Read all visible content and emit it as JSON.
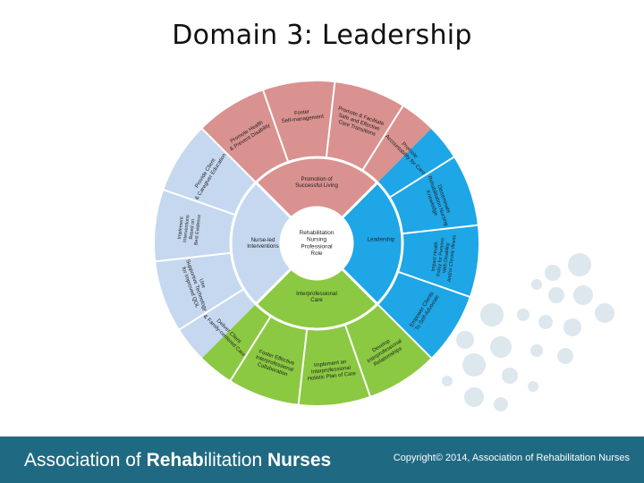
{
  "title": "Domain 3: Leadership",
  "colors": {
    "pink": "#d9928f",
    "blue": "#1ea6e6",
    "green": "#8bc942",
    "lightblue": "#c5d8ef",
    "footer": "#1f6a82",
    "dots": "#dde7ee"
  },
  "center": {
    "lines": [
      "Rehabilitation",
      "Nursing",
      "Professional",
      "Role"
    ]
  },
  "inner": {
    "top": {
      "lines": [
        "Promotion of",
        "Successful Living"
      ]
    },
    "right": {
      "lines": [
        "Leadership"
      ]
    },
    "bottom": {
      "lines": [
        "Interprofessional",
        "Care"
      ]
    },
    "left": {
      "lines": [
        "Nurse-led",
        "Interventions"
      ]
    }
  },
  "outer": [
    {
      "lines": [
        "Promote Health",
        "& Prevent Disability"
      ]
    },
    {
      "lines": [
        "Foster",
        "Self-management"
      ]
    },
    {
      "lines": [
        "Promote & Facilitate",
        "Safe and Effective",
        "Care Transitions"
      ]
    },
    {
      "lines": [
        "Promote",
        "Accountability for Care"
      ]
    },
    {
      "lines": [
        "Disseminate",
        "Rehabilitation Nursing",
        "Knowledge"
      ]
    },
    {
      "lines": [
        "Impact Health",
        "Policy for Persons",
        "With Disability",
        "And/or Chronic Illness"
      ]
    },
    {
      "lines": [
        "Empower Clients",
        "To Self-Advocate"
      ]
    },
    {
      "lines": [
        "Develop",
        "Interprofessional",
        "Relationships"
      ]
    },
    {
      "lines": [
        "Implement an",
        "Interprofessional",
        "Holistic Plan of Care"
      ]
    },
    {
      "lines": [
        "Foster Effective",
        "Interprofessional",
        "Collaboration"
      ]
    },
    {
      "lines": [
        "Deliver Client",
        "& Family-centered Care"
      ]
    },
    {
      "lines": [
        "Use",
        "Supportive Technology",
        "for Improved QOL"
      ]
    },
    {
      "lines": [
        "Implement",
        "Interventions",
        "Based on",
        "Best Evidence"
      ]
    },
    {
      "lines": [
        "Provide Client",
        "& Caregiver Education"
      ]
    }
  ],
  "footer": {
    "org_prefix": "Association of ",
    "org_bold1": "Rehab",
    "org_mid": "ilitation ",
    "org_bold2": "Nurses",
    "copyright": "Copyright© 2014, Association of Rehabilitation Nurses"
  }
}
